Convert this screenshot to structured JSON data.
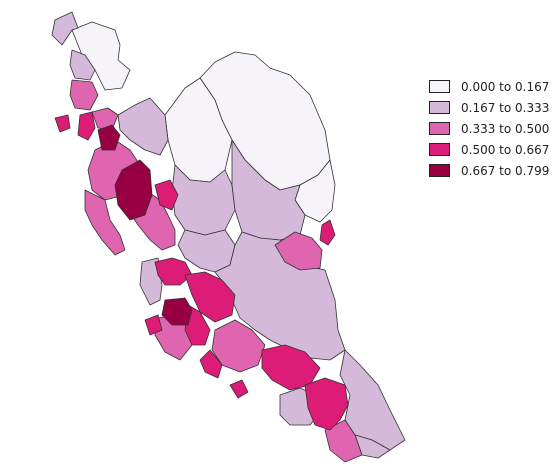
{
  "legend": {
    "items": [
      {
        "label": "0.000 to 0.167",
        "color": "#f7f4f9"
      },
      {
        "label": "0.167 to 0.333",
        "color": "#d4b9da"
      },
      {
        "label": "0.333 to 0.500",
        "color": "#df65b0"
      },
      {
        "label": "0.500 to 0.667",
        "color": "#dd1c77"
      },
      {
        "label": "0.667 to 0.799",
        "color": "#980043"
      }
    ]
  }
}
